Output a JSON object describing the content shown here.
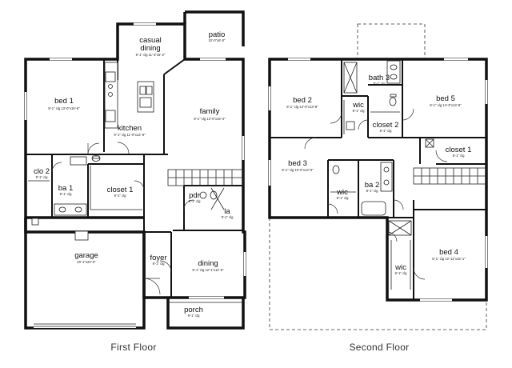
{
  "floors": [
    {
      "id": "first",
      "label": "First Floor",
      "rooms": [
        {
          "key": "patio",
          "name": "patio",
          "dims": "10'-0\"x6'-0\""
        },
        {
          "key": "casual",
          "name": "casual dining",
          "dims": "9'-1\" clg 11'-3\"x6'-2\""
        },
        {
          "key": "bed1",
          "name": "bed 1",
          "dims": "9'-1\" clg 13'-0\"x16'-6\""
        },
        {
          "key": "family",
          "name": "family",
          "dims": "9'-1\" clg 13'-0\"x16'-4\""
        },
        {
          "key": "kitchen",
          "name": "kitchen",
          "dims": "9'-1\" clg 11'-0\"x12'-8\""
        },
        {
          "key": "clo2",
          "name": "clo 2",
          "dims": "9'-1\" clg"
        },
        {
          "key": "ba1",
          "name": "ba 1",
          "dims": "9'-1\" clg"
        },
        {
          "key": "closet1",
          "name": "closet 1",
          "dims": "9'-1\" clg"
        },
        {
          "key": "pdr",
          "name": "pdr",
          "dims": "9'-1\" clg"
        },
        {
          "key": "la",
          "name": "la",
          "dims": "9'-1\" clg"
        },
        {
          "key": "garage",
          "name": "garage",
          "dims": "20'-1\"x20'-0\""
        },
        {
          "key": "foyer",
          "name": "foyer",
          "dims": "9'-1\" clg"
        },
        {
          "key": "dining",
          "name": "dining",
          "dims": "9'-1\" clg 12'-1\"x11'-5\""
        },
        {
          "key": "porch",
          "name": "porch",
          "dims": "9'-1\" clg"
        }
      ]
    },
    {
      "id": "second",
      "label": "Second Floor",
      "rooms": [
        {
          "key": "bath3",
          "name": "bath 3",
          "dims": "8'-1\" clg"
        },
        {
          "key": "bed2",
          "name": "bed 2",
          "dims": "8'-1\" clg 13'-0\"x13'-8\""
        },
        {
          "key": "wic1",
          "name": "wic",
          "dims": "8'-1\" clg"
        },
        {
          "key": "bed5",
          "name": "bed 5",
          "dims": "8'-1\" clg 14'-3\"x13'-8\""
        },
        {
          "key": "closet2",
          "name": "closet 2",
          "dims": "8'-1\" clg"
        },
        {
          "key": "closet1",
          "name": "closet 1",
          "dims": "8'-1\" clg"
        },
        {
          "key": "bed3",
          "name": "bed 3",
          "dims": "8'-1\" clg 10'-0\"x13'-0\""
        },
        {
          "key": "ba2",
          "name": "ba 2",
          "dims": "8'-1\" clg"
        },
        {
          "key": "wic2",
          "name": "wic",
          "dims": "8'-1\" clg"
        },
        {
          "key": "bed4",
          "name": "bed 4",
          "dims": "8'-1\" clg 12'-11\"x15'-1\""
        },
        {
          "key": "wic3",
          "name": "wic",
          "dims": "8'-1\" clg"
        }
      ]
    }
  ]
}
